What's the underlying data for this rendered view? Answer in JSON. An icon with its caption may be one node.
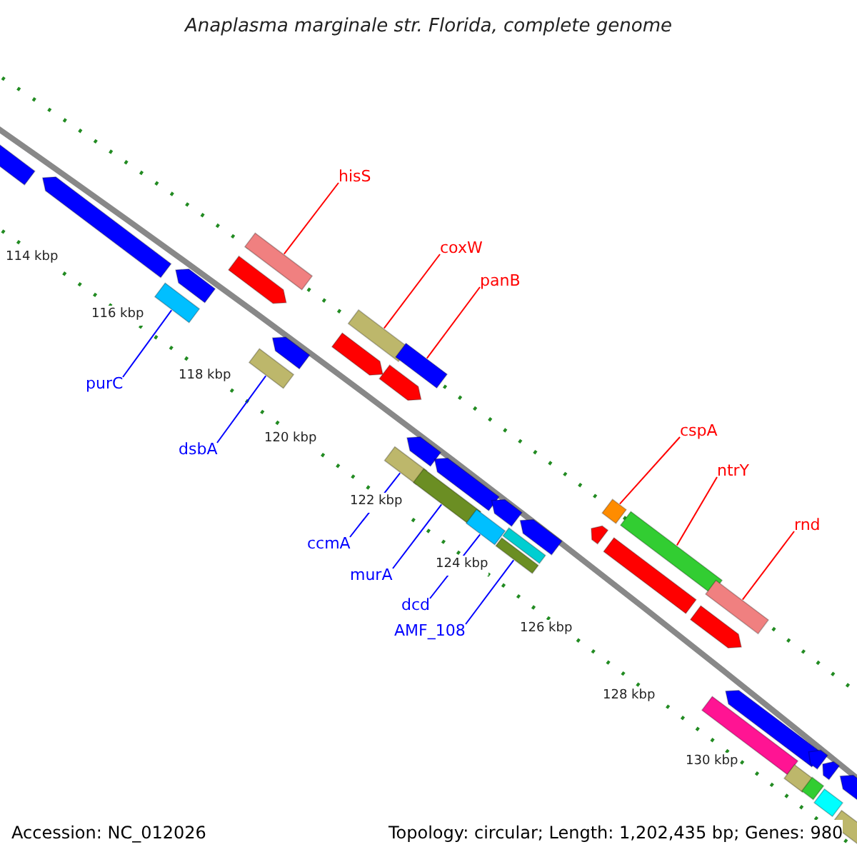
{
  "diagram": {
    "title": "Anaplasma marginale str. Florida, complete genome",
    "nodes": [
      {
        "text": [
          "hisS"
        ]
      },
      {
        "text": [
          "coxW"
        ]
      },
      {
        "text": [
          "panB"
        ]
      },
      {
        "text": [
          "purC"
        ]
      },
      {
        "text": [
          "dsbA"
        ]
      },
      {
        "text": [
          "ccmA"
        ]
      },
      {
        "text": [
          "murA"
        ]
      },
      {
        "text": [
          "dcd"
        ]
      },
      {
        "text": [
          "AMF_108"
        ]
      },
      {
        "text": [
          "cspA"
        ]
      },
      {
        "text": [
          "ntrY"
        ]
      },
      {
        "text": [
          "rnd"
        ]
      },
      {
        "text": [],
        "shape": "bar"
      },
      {
        "text": [],
        "shape": "bar"
      },
      {
        "text": [],
        "shape": "bar"
      },
      {
        "text": [],
        "shape": "bar"
      },
      {
        "text": [],
        "shape": "bar"
      },
      {
        "text": [],
        "shape": "bar"
      },
      {
        "text": [],
        "shape": "bar"
      },
      {
        "text": [],
        "shape": "bar"
      },
      {
        "text": [],
        "shape": "bar"
      },
      {
        "text": [],
        "shape": "bar"
      },
      {
        "text": [],
        "shape": "bar"
      },
      {
        "text": [],
        "shape": "bar"
      },
      {
        "text": [],
        "shape": "bar"
      },
      {
        "text": [],
        "shape": "bar"
      },
      {
        "text": [],
        "shape": "bar"
      },
      {
        "text": [],
        "shape": "bar"
      },
      {
        "text": [],
        "shape": "bar"
      },
      {
        "text": [],
        "shape": "bar"
      },
      {
        "text": [],
        "shape": "bar"
      },
      {
        "text": [],
        "shape": "bar"
      },
      {
        "text": [],
        "shape": "bar"
      },
      {
        "text": [],
        "shape": "bar"
      },
      {
        "text": [],
        "shape": "bar"
      },
      {
        "text": [],
        "shape": "bar"
      },
      {
        "text": [],
        "shape": "bar"
      },
      {
        "text": [],
        "shape": "bar"
      },
      {
        "text": [],
        "shape": "bar"
      },
      {
        "text": [],
        "shape": "bar"
      },
      {
        "text": [],
        "shape": "bar"
      },
      {
        "text": [],
        "shape": "bar"
      },
      {
        "text": [],
        "shape": "bar"
      },
      {
        "text": [],
        "shape": "bar"
      },
      {
        "text": [],
        "shape": "bar"
      },
      {
        "text": [],
        "shape": "bar"
      },
      {
        "text": [],
        "shape": "bar"
      },
      {
        "text": [],
        "shape": "bar"
      }
    ],
    "edges": [
      {
        "from": 0,
        "to": 12,
        "arrow": "none"
      },
      {
        "from": 1,
        "to": 13,
        "arrow": "none"
      },
      {
        "from": 2,
        "to": 14,
        "arrow": "none"
      },
      {
        "from": 3,
        "to": 15,
        "arrow": "none",
        "color": "#0000ff"
      },
      {
        "from": 4,
        "to": 16,
        "arrow": "none",
        "color": "#0000ff"
      },
      {
        "from": 5,
        "to": 17,
        "arrow": "none",
        "color": "#0000ff"
      },
      {
        "from": 6,
        "to": 18,
        "arrow": "none",
        "color": "#0000ff"
      },
      {
        "from": 7,
        "to": 19,
        "arrow": "none",
        "color": "#0000ff"
      },
      {
        "from": 8,
        "to": 20,
        "arrow": "none",
        "color": "#0000ff"
      },
      {
        "from": 9,
        "to": 21,
        "arrow": "none"
      },
      {
        "from": 10,
        "to": 22,
        "arrow": "none"
      },
      {
        "from": 11,
        "to": 23,
        "arrow": "none"
      }
    ],
    "labels": [
      "114 kbp",
      "116 kbp",
      "118 kbp",
      "120 kbp",
      "122 kbp",
      "124 kbp",
      "126 kbp",
      "128 kbp",
      "130 kbp",
      "Accession: NC_012026",
      "Topology: circular; Length: 1,202,435 bp; Genes: 980"
    ]
  }
}
